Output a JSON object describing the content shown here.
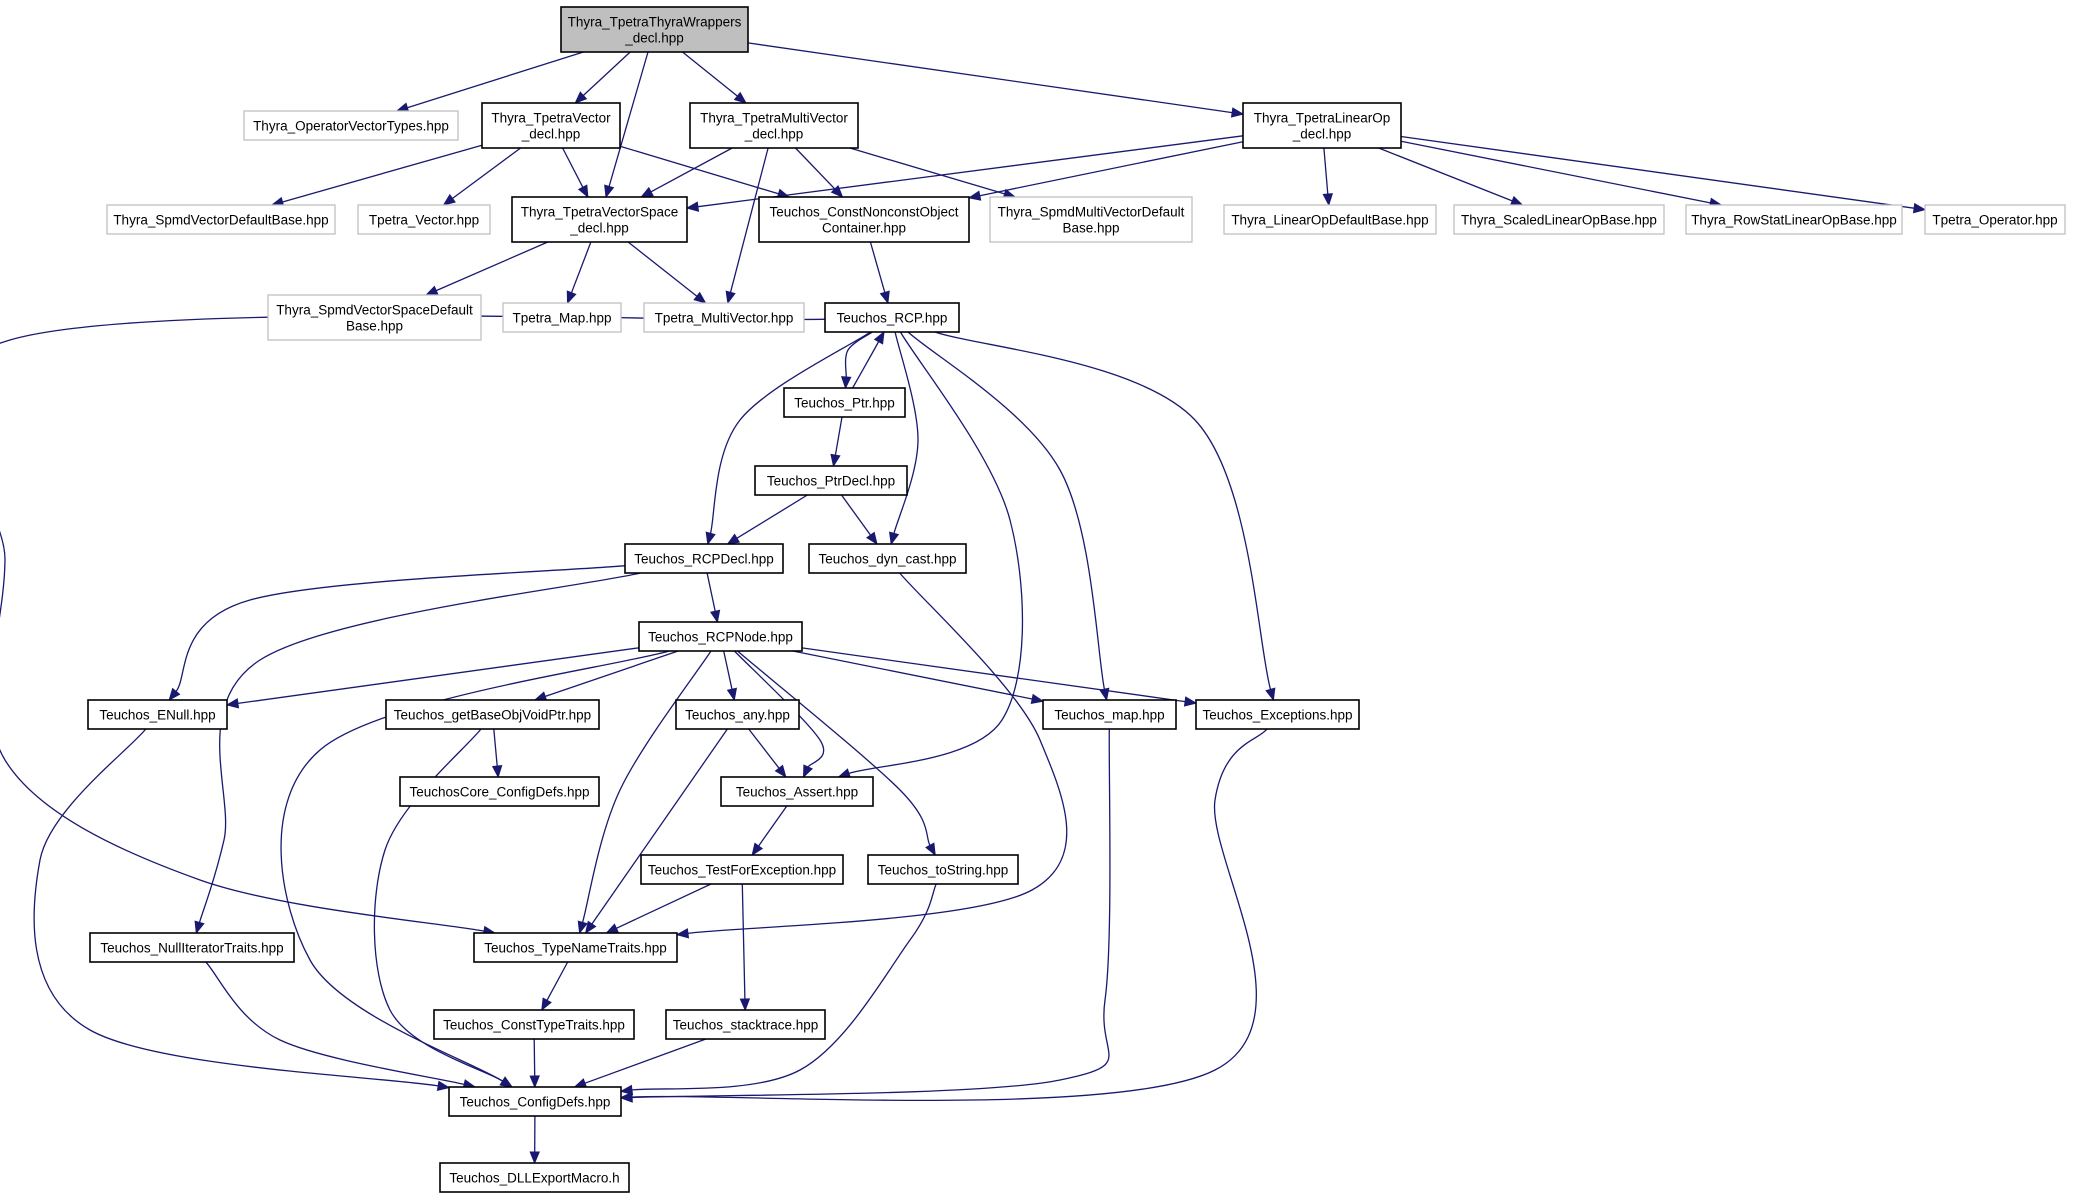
{
  "diagram": {
    "type": "include-dependency-graph",
    "colors": {
      "root_fill": "#bfbfbf",
      "node_fill": "#ffffff",
      "node_border": "#000000",
      "external_border": "#bfbfbf",
      "edge": "#191970"
    },
    "nodes": [
      {
        "id": "root",
        "lines": [
          "Thyra_TpetraThyraWrappers",
          "_decl.hpp"
        ],
        "style": "root"
      },
      {
        "id": "opvt",
        "lines": [
          "Thyra_OperatorVectorTypes.hpp"
        ],
        "style": "external"
      },
      {
        "id": "tv",
        "lines": [
          "Thyra_TpetraVector",
          "_decl.hpp"
        ],
        "style": "normal"
      },
      {
        "id": "tmv",
        "lines": [
          "Thyra_TpetraMultiVector",
          "_decl.hpp"
        ],
        "style": "normal"
      },
      {
        "id": "tlo",
        "lines": [
          "Thyra_TpetraLinearOp",
          "_decl.hpp"
        ],
        "style": "normal"
      },
      {
        "id": "svdb",
        "lines": [
          "Thyra_SpmdVectorDefaultBase.hpp"
        ],
        "style": "external"
      },
      {
        "id": "tpv",
        "lines": [
          "Tpetra_Vector.hpp"
        ],
        "style": "external"
      },
      {
        "id": "tvs",
        "lines": [
          "Thyra_TpetraVectorSpace",
          "_decl.hpp"
        ],
        "style": "normal"
      },
      {
        "id": "cnoc",
        "lines": [
          "Teuchos_ConstNonconstObject",
          "Container.hpp"
        ],
        "style": "normal"
      },
      {
        "id": "smvdb",
        "lines": [
          "Thyra_SpmdMultiVectorDefault",
          "Base.hpp"
        ],
        "style": "external"
      },
      {
        "id": "lodb",
        "lines": [
          "Thyra_LinearOpDefaultBase.hpp"
        ],
        "style": "external"
      },
      {
        "id": "slob",
        "lines": [
          "Thyra_ScaledLinearOpBase.hpp"
        ],
        "style": "external"
      },
      {
        "id": "rslob",
        "lines": [
          "Thyra_RowStatLinearOpBase.hpp"
        ],
        "style": "external"
      },
      {
        "id": "tpo",
        "lines": [
          "Tpetra_Operator.hpp"
        ],
        "style": "external"
      },
      {
        "id": "svsdb",
        "lines": [
          "Thyra_SpmdVectorSpaceDefault",
          "Base.hpp"
        ],
        "style": "external"
      },
      {
        "id": "tpmap",
        "lines": [
          "Tpetra_Map.hpp"
        ],
        "style": "external"
      },
      {
        "id": "tpmv",
        "lines": [
          "Tpetra_MultiVector.hpp"
        ],
        "style": "external"
      },
      {
        "id": "rcp",
        "lines": [
          "Teuchos_RCP.hpp"
        ],
        "style": "normal"
      },
      {
        "id": "ptr",
        "lines": [
          "Teuchos_Ptr.hpp"
        ],
        "style": "normal"
      },
      {
        "id": "ptrdecl",
        "lines": [
          "Teuchos_PtrDecl.hpp"
        ],
        "style": "normal"
      },
      {
        "id": "rcpdecl",
        "lines": [
          "Teuchos_RCPDecl.hpp"
        ],
        "style": "normal"
      },
      {
        "id": "dyncast",
        "lines": [
          "Teuchos_dyn_cast.hpp"
        ],
        "style": "normal"
      },
      {
        "id": "rcpnode",
        "lines": [
          "Teuchos_RCPNode.hpp"
        ],
        "style": "normal"
      },
      {
        "id": "enull",
        "lines": [
          "Teuchos_ENull.hpp"
        ],
        "style": "normal"
      },
      {
        "id": "gbovp",
        "lines": [
          "Teuchos_getBaseObjVoidPtr.hpp"
        ],
        "style": "normal"
      },
      {
        "id": "any",
        "lines": [
          "Teuchos_any.hpp"
        ],
        "style": "normal"
      },
      {
        "id": "map",
        "lines": [
          "Teuchos_map.hpp"
        ],
        "style": "normal"
      },
      {
        "id": "exc",
        "lines": [
          "Teuchos_Exceptions.hpp"
        ],
        "style": "normal"
      },
      {
        "id": "corecfg",
        "lines": [
          "TeuchosCore_ConfigDefs.hpp"
        ],
        "style": "normal"
      },
      {
        "id": "assert",
        "lines": [
          "Teuchos_Assert.hpp"
        ],
        "style": "normal"
      },
      {
        "id": "tfe",
        "lines": [
          "Teuchos_TestForException.hpp"
        ],
        "style": "normal"
      },
      {
        "id": "tostr",
        "lines": [
          "Teuchos_toString.hpp"
        ],
        "style": "normal"
      },
      {
        "id": "nit",
        "lines": [
          "Teuchos_NullIteratorTraits.hpp"
        ],
        "style": "normal"
      },
      {
        "id": "tnt",
        "lines": [
          "Teuchos_TypeNameTraits.hpp"
        ],
        "style": "normal"
      },
      {
        "id": "ctt",
        "lines": [
          "Teuchos_ConstTypeTraits.hpp"
        ],
        "style": "normal"
      },
      {
        "id": "st",
        "lines": [
          "Teuchos_stacktrace.hpp"
        ],
        "style": "normal"
      },
      {
        "id": "cfg",
        "lines": [
          "Teuchos_ConfigDefs.hpp"
        ],
        "style": "normal"
      },
      {
        "id": "dll",
        "lines": [
          "Teuchos_DLLExportMacro.h"
        ],
        "style": "normal"
      }
    ],
    "edges": [
      [
        "root",
        "opvt"
      ],
      [
        "root",
        "tv"
      ],
      [
        "root",
        "tvs"
      ],
      [
        "root",
        "tmv"
      ],
      [
        "root",
        "tlo"
      ],
      [
        "tv",
        "svdb"
      ],
      [
        "tv",
        "tpv"
      ],
      [
        "tv",
        "tvs"
      ],
      [
        "tv",
        "cnoc"
      ],
      [
        "tmv",
        "tvs"
      ],
      [
        "tmv",
        "cnoc"
      ],
      [
        "tmv",
        "smvdb"
      ],
      [
        "tmv",
        "tpmv"
      ],
      [
        "tlo",
        "tvs"
      ],
      [
        "tlo",
        "cnoc"
      ],
      [
        "tlo",
        "lodb"
      ],
      [
        "tlo",
        "slob"
      ],
      [
        "tlo",
        "rslob"
      ],
      [
        "tlo",
        "tpo"
      ],
      [
        "tvs",
        "svsdb"
      ],
      [
        "tvs",
        "tpmap"
      ],
      [
        "tvs",
        "tpmv"
      ],
      [
        "cnoc",
        "rcp"
      ],
      [
        "rcp",
        "ptr"
      ],
      [
        "ptr",
        "rcp"
      ],
      [
        "rcp",
        "rcpdecl"
      ],
      [
        "rcp",
        "dyncast"
      ],
      [
        "rcp",
        "assert"
      ],
      [
        "rcp",
        "map"
      ],
      [
        "rcp",
        "exc"
      ],
      [
        "rcp",
        "tnt"
      ],
      [
        "ptr",
        "ptrdecl"
      ],
      [
        "ptrdecl",
        "rcpdecl"
      ],
      [
        "ptrdecl",
        "dyncast"
      ],
      [
        "rcpdecl",
        "rcpnode"
      ],
      [
        "rcpdecl",
        "enull"
      ],
      [
        "rcpdecl",
        "nit"
      ],
      [
        "dyncast",
        "tnt"
      ],
      [
        "rcpnode",
        "enull"
      ],
      [
        "rcpnode",
        "gbovp"
      ],
      [
        "rcpnode",
        "any"
      ],
      [
        "rcpnode",
        "assert"
      ],
      [
        "rcpnode",
        "tostr"
      ],
      [
        "rcpnode",
        "map"
      ],
      [
        "rcpnode",
        "exc"
      ],
      [
        "rcpnode",
        "tnt"
      ],
      [
        "rcpnode",
        "cfg"
      ],
      [
        "gbovp",
        "corecfg"
      ],
      [
        "gbovp",
        "cfg"
      ],
      [
        "any",
        "assert"
      ],
      [
        "any",
        "tnt"
      ],
      [
        "assert",
        "tfe"
      ],
      [
        "tfe",
        "tnt"
      ],
      [
        "tfe",
        "st"
      ],
      [
        "enull",
        "cfg"
      ],
      [
        "map",
        "cfg"
      ],
      [
        "exc",
        "cfg"
      ],
      [
        "tostr",
        "cfg"
      ],
      [
        "nit",
        "cfg"
      ],
      [
        "tnt",
        "ctt"
      ],
      [
        "ctt",
        "cfg"
      ],
      [
        "st",
        "cfg"
      ],
      [
        "cfg",
        "dll"
      ]
    ]
  }
}
